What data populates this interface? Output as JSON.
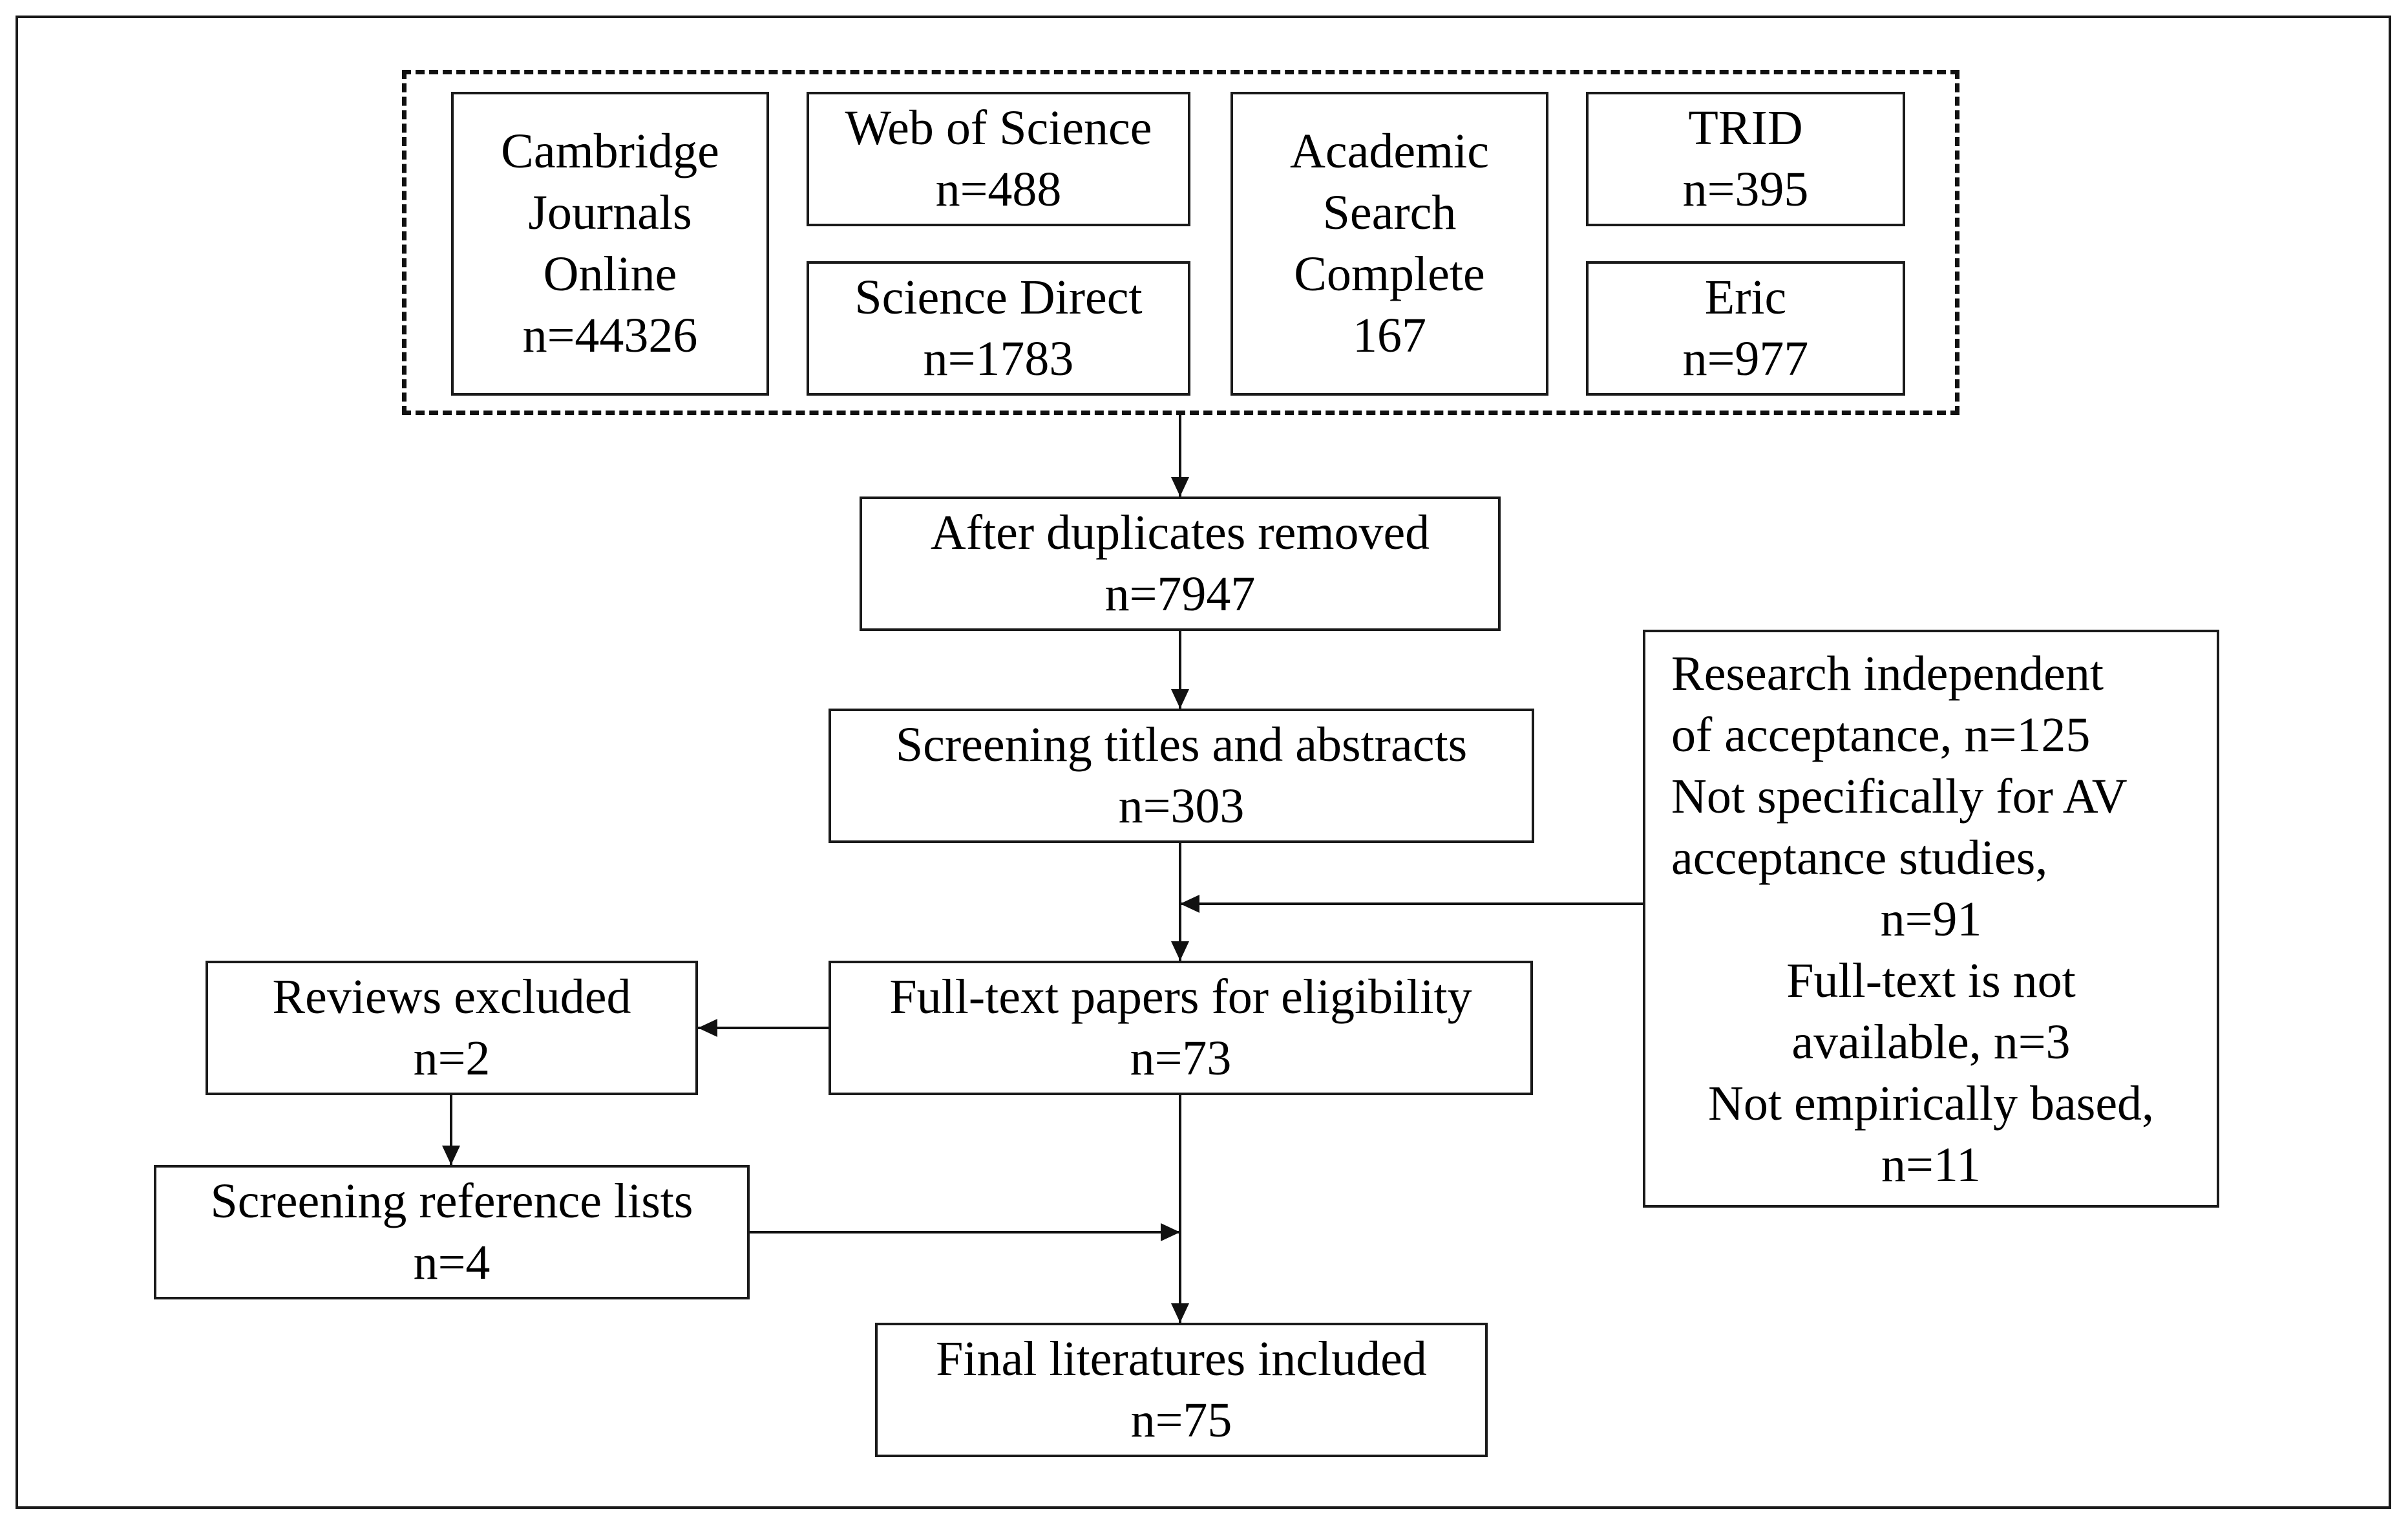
{
  "sources": {
    "cambridge": [
      "Cambridge",
      "Journals",
      "Online",
      "n=44326"
    ],
    "web_of_science": [
      "Web of Science",
      "n=488"
    ],
    "science_direct": [
      "Science Direct",
      "n=1783"
    ],
    "academic_search": [
      "Academic",
      "Search",
      "Complete",
      "167"
    ],
    "trid": [
      "TRID",
      "n=395"
    ],
    "eric": [
      "Eric",
      "n=977"
    ]
  },
  "steps": {
    "duplicates_removed": [
      "After duplicates  removed",
      "n=7947"
    ],
    "screening_titles": [
      "Screening titles and abstracts",
      "n=303"
    ],
    "full_text": [
      "Full-text papers for eligibility",
      "n=73"
    ],
    "final": [
      "Final literatures  included",
      "n=75"
    ]
  },
  "side_boxes": {
    "reviews_excluded": [
      "Reviews  excluded",
      "n=2"
    ],
    "reference_lists": [
      "Screening reference lists",
      "n=4"
    ],
    "exclusions": [
      "Research independent",
      "of acceptance, n=125",
      "Not specifically  for AV",
      "acceptance studies,",
      "n=91",
      "Full-text is not",
      "available,  n=3",
      "Not empirically  based,",
      "n=11"
    ]
  },
  "colors": {
    "line": "#111111",
    "background": "#ffffff"
  }
}
